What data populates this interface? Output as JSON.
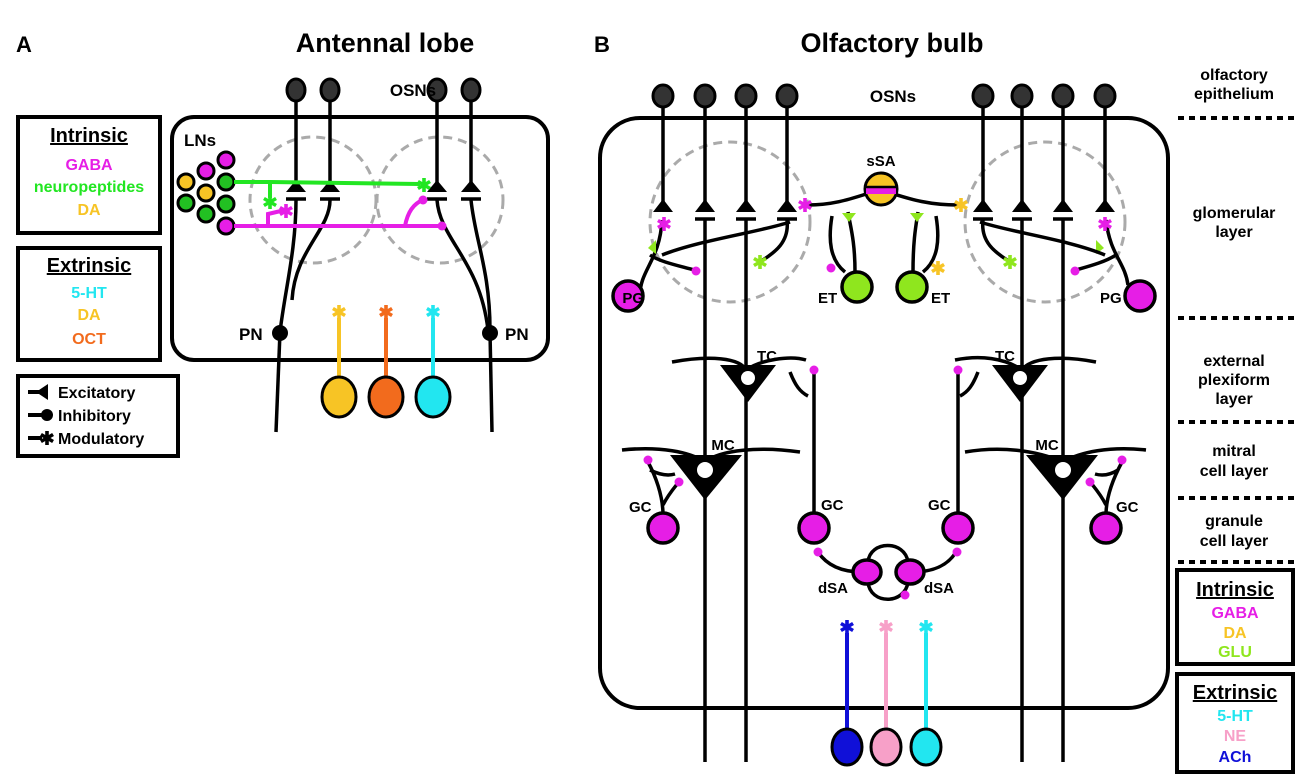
{
  "panel_a": {
    "letter": "A",
    "title": "Antennal lobe",
    "osns": "OSNs",
    "lns": "LNs",
    "pn_left": "PN",
    "pn_right": "PN",
    "intrinsic": {
      "heading": "Intrinsic",
      "items": [
        {
          "text": "GABA",
          "color": "#e61ee6"
        },
        {
          "text": "neuropeptides",
          "color": "#22e622"
        },
        {
          "text": "DA",
          "color": "#f7c425"
        }
      ]
    },
    "extrinsic": {
      "heading": "Extrinsic",
      "items": [
        {
          "text": "5-HT",
          "color": "#22e6f0"
        },
        {
          "text": "DA",
          "color": "#f7c425"
        },
        {
          "text": "OCT",
          "color": "#f26b1d"
        }
      ]
    },
    "legend": {
      "excitatory": "Excitatory",
      "inhibitory": "Inhibitory",
      "modulatory": "Modulatory"
    }
  },
  "panel_b": {
    "letter": "B",
    "title": "Olfactory bulb",
    "osns": "OSNs",
    "cells": {
      "ssa": "sSA",
      "pg": "PG",
      "et": "ET",
      "tc": "TC",
      "mc": "MC",
      "gc": "GC",
      "dsa": "dSA"
    },
    "layers": [
      {
        "line1": "olfactory",
        "line2": "epithelium"
      },
      {
        "line1": "glomerular",
        "line2": "layer"
      },
      {
        "line1": "external",
        "line2": "plexiform",
        "line3": "layer"
      },
      {
        "line1": "mitral",
        "line2": "cell layer"
      },
      {
        "line1": "granule",
        "line2": "cell layer"
      }
    ],
    "intrinsic": {
      "heading": "Intrinsic",
      "items": [
        {
          "text": "GABA",
          "color": "#e61ee6"
        },
        {
          "text": "DA",
          "color": "#f7c425"
        },
        {
          "text": "GLU",
          "color": "#8fe61e"
        }
      ]
    },
    "extrinsic": {
      "heading": "Extrinsic",
      "items": [
        {
          "text": "5-HT",
          "color": "#22e6f0"
        },
        {
          "text": "NE",
          "color": "#f7a0c8"
        },
        {
          "text": "ACh",
          "color": "#1010d8"
        }
      ]
    }
  }
}
